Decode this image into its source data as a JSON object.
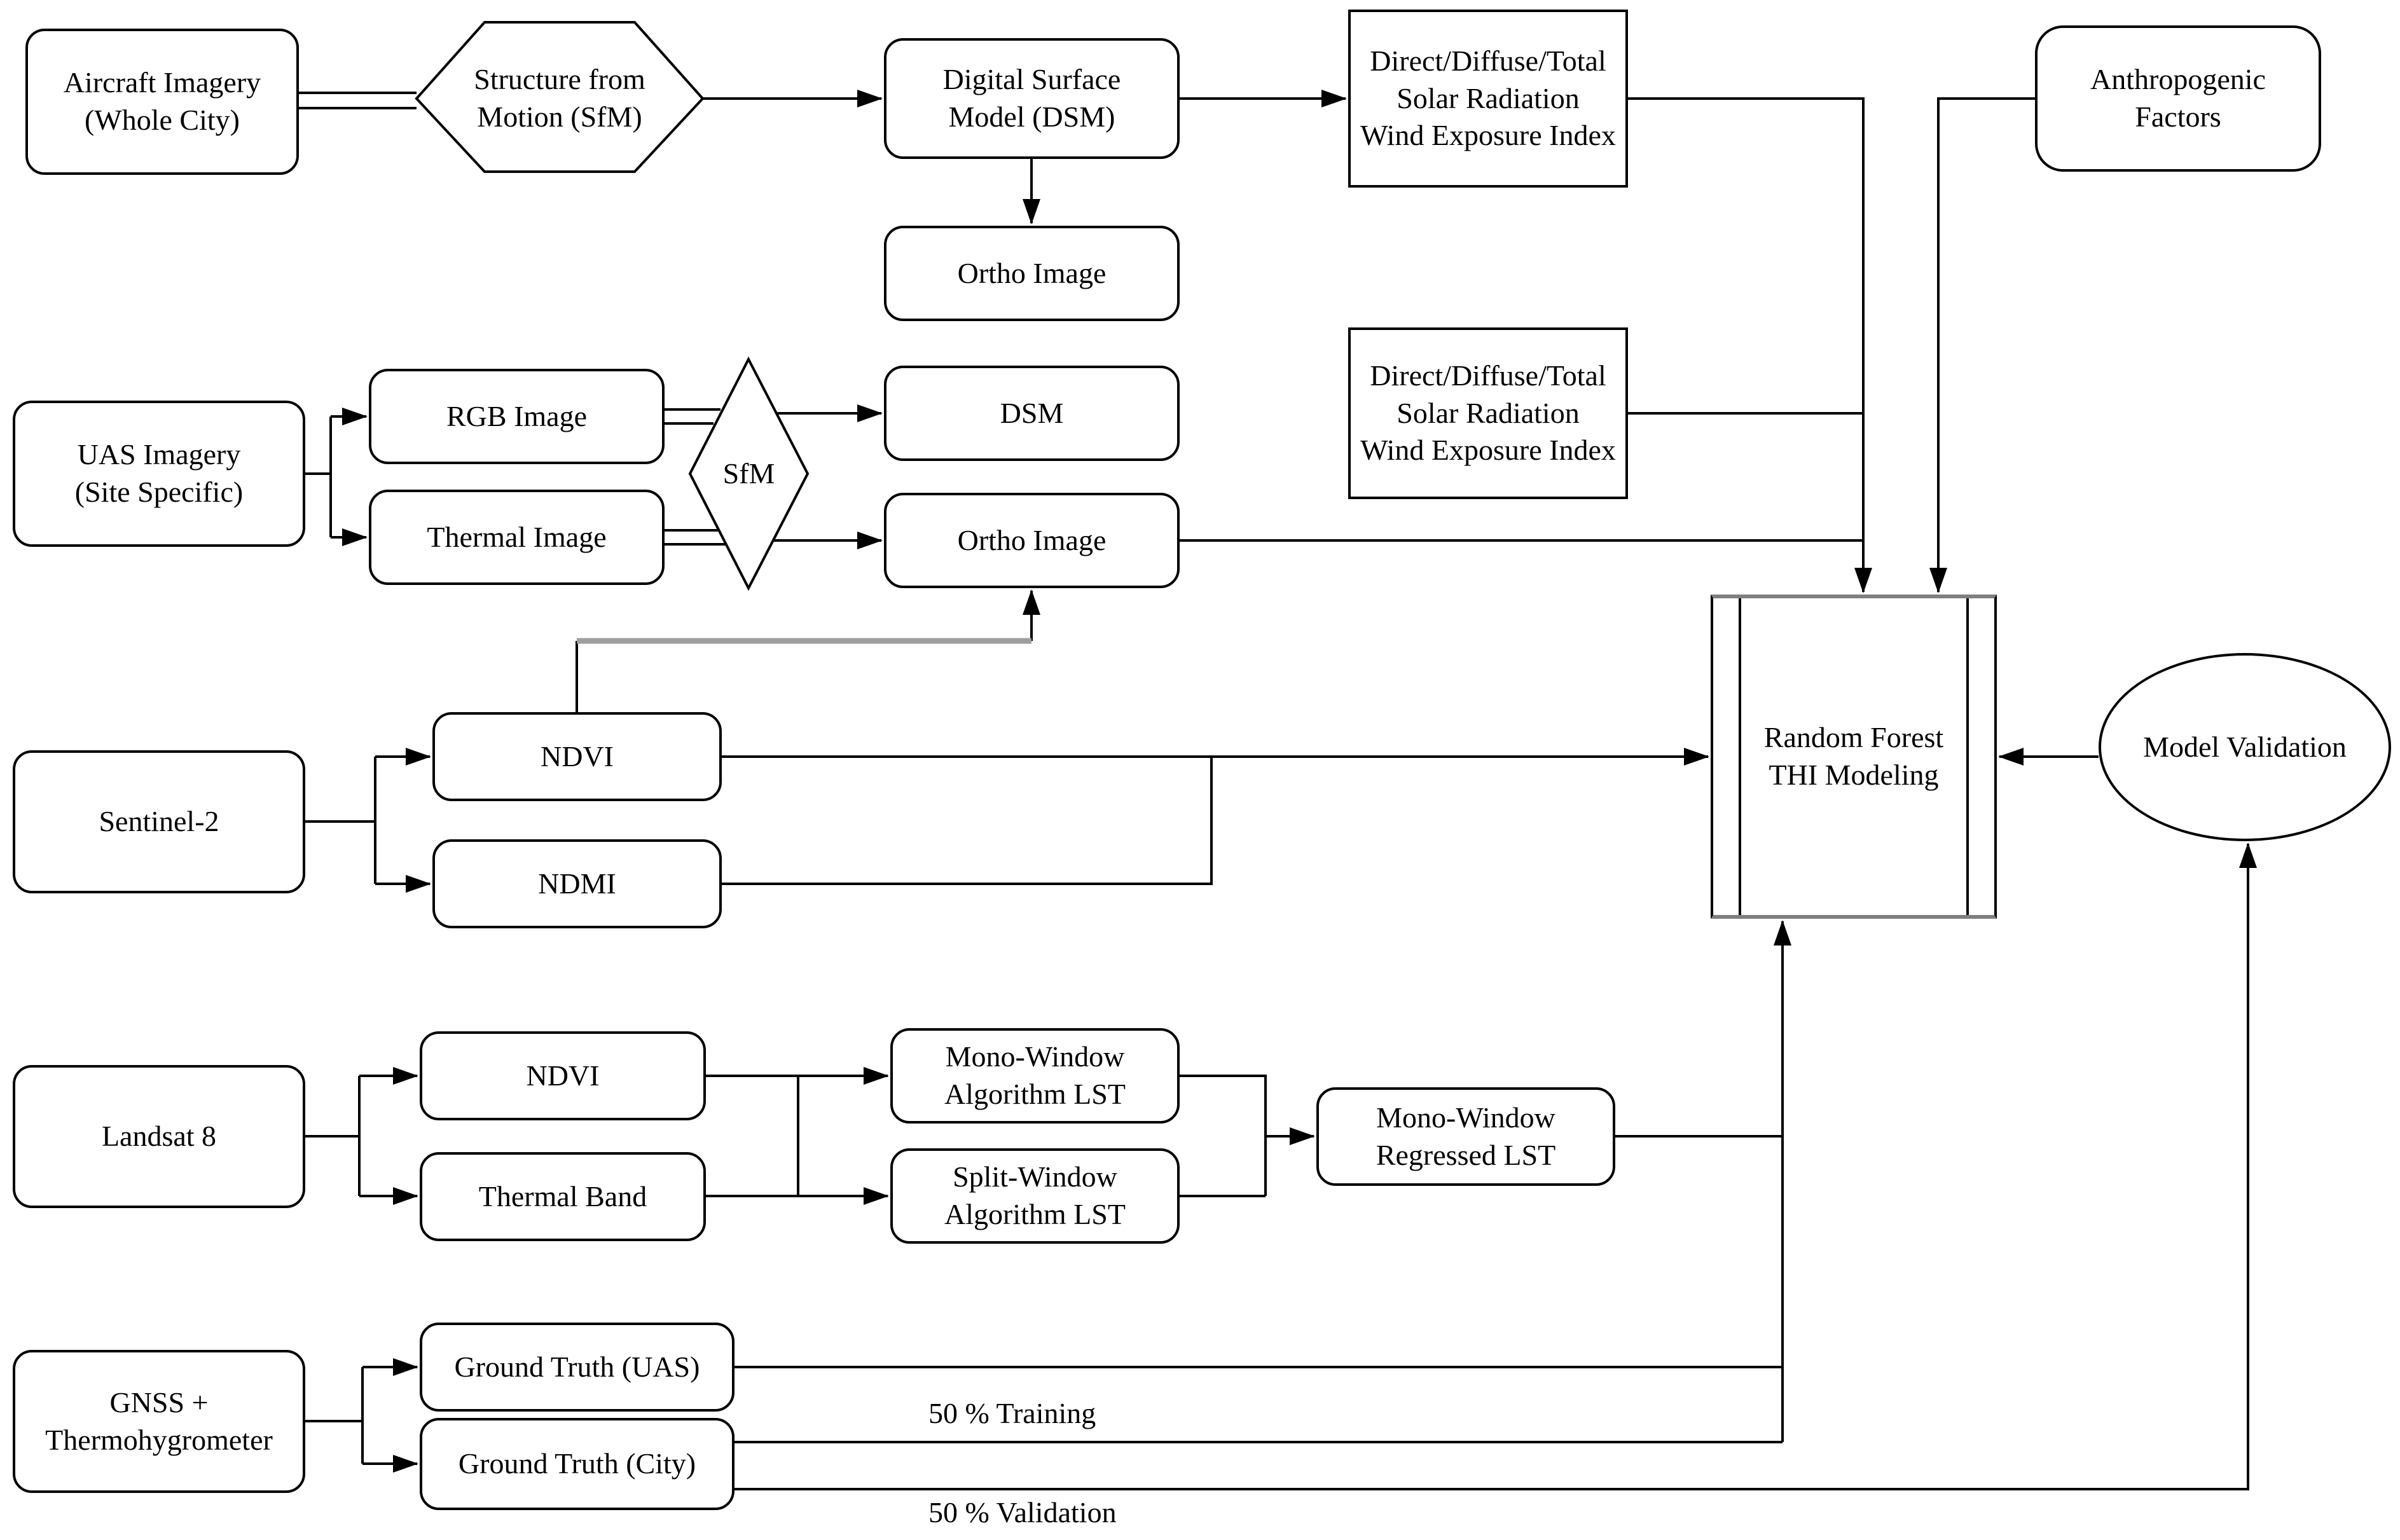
{
  "diagram": {
    "title": "Random Forest THI modeling data-flow diagram",
    "colors": {
      "line": "#000000",
      "gray_connector": "#9e9e9e",
      "predef_horizontal_edge": "#7f7f7f",
      "background": "#ffffff",
      "text": "#000000"
    },
    "nodes": {
      "aircraft_imagery": {
        "shape": "rounded-rect",
        "label": "Aircraft Imagery\n(Whole City)"
      },
      "sfm_hexagon": {
        "shape": "hexagon",
        "label": "Structure from\nMotion (SfM)"
      },
      "dsm_city": {
        "shape": "rounded-rect",
        "label": "Digital Surface\nModel (DSM)"
      },
      "solar_city": {
        "shape": "rect",
        "label": "Direct/Diffuse/Total\nSolar Radiation\nWind Exposure Index"
      },
      "anthropogenic": {
        "shape": "rounded-rect",
        "label": "Anthropogenic\nFactors"
      },
      "ortho_city": {
        "shape": "rounded-rect",
        "label": "Ortho Image"
      },
      "uas_imagery": {
        "shape": "rounded-rect",
        "label": "UAS Imagery\n(Site Specific)"
      },
      "rgb_image": {
        "shape": "rounded-rect",
        "label": "RGB Image"
      },
      "thermal_image": {
        "shape": "rounded-rect",
        "label": "Thermal Image"
      },
      "sfm_diamond": {
        "shape": "diamond",
        "label": "SfM"
      },
      "dsm_uas": {
        "shape": "rounded-rect",
        "label": "DSM"
      },
      "solar_uas": {
        "shape": "rect",
        "label": "Direct/Diffuse/Total\nSolar Radiation\nWind Exposure Index"
      },
      "ortho_uas": {
        "shape": "rounded-rect",
        "label": "Ortho Image"
      },
      "sentinel2": {
        "shape": "rounded-rect",
        "label": "Sentinel-2"
      },
      "ndvi_sentinel": {
        "shape": "rounded-rect",
        "label": "NDVI"
      },
      "ndmi": {
        "shape": "rounded-rect",
        "label": "NDMI"
      },
      "random_forest": {
        "shape": "predefined-process",
        "label": "Random Forest\nTHI Modeling"
      },
      "model_validation": {
        "shape": "ellipse",
        "label": "Model Validation"
      },
      "landsat8": {
        "shape": "rounded-rect",
        "label": "Landsat 8"
      },
      "ndvi_landsat": {
        "shape": "rounded-rect",
        "label": "NDVI"
      },
      "thermal_band": {
        "shape": "rounded-rect",
        "label": "Thermal Band"
      },
      "mono_window_lst": {
        "shape": "rounded-rect",
        "label": "Mono-Window\nAlgorithm LST"
      },
      "split_window_lst": {
        "shape": "rounded-rect",
        "label": "Split-Window\nAlgorithm LST"
      },
      "mono_window_regressed": {
        "shape": "rounded-rect",
        "label": "Mono-Window\nRegressed LST"
      },
      "gnss": {
        "shape": "rounded-rect",
        "label": "GNSS +\nThermohygrometer"
      },
      "ground_truth_uas": {
        "shape": "rounded-rect",
        "label": "Ground Truth (UAS)"
      },
      "ground_truth_city": {
        "shape": "rounded-rect",
        "label": "Ground Truth (City)"
      }
    },
    "edge_labels": {
      "training": "50 % Training",
      "validation": "50 % Validation"
    }
  }
}
